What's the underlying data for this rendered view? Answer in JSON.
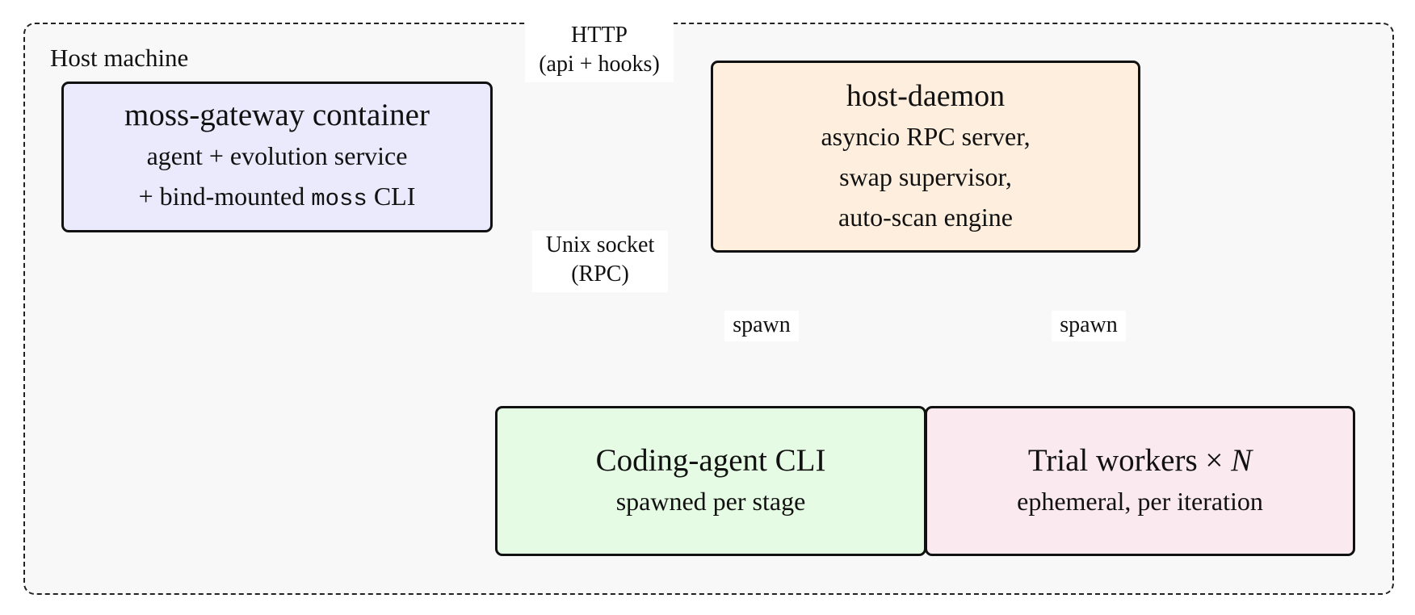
{
  "container": {
    "label": "Host machine"
  },
  "nodes": {
    "gateway": {
      "title": "moss-gateway container",
      "line1": "agent + evolution service",
      "line2_prefix": "+ bind-mounted ",
      "line2_code": "moss",
      "line2_suffix": " CLI",
      "fill": "#ebeafc"
    },
    "daemon": {
      "title": "host-daemon",
      "line1": "asyncio RPC server,",
      "line2": "swap supervisor,",
      "line3": "auto-scan engine",
      "fill": "#fdeedd"
    },
    "coding": {
      "title": "Coding-agent CLI",
      "line1": "spawned per stage",
      "fill": "#e6fbe4"
    },
    "trial": {
      "title_prefix": "Trial workers × ",
      "title_var": "N",
      "line1": "ephemeral, per iteration",
      "fill": "#fbe9f0"
    }
  },
  "edges": {
    "http": {
      "line1": "HTTP",
      "line2": "(api + hooks)"
    },
    "unix": {
      "line1": "Unix socket",
      "line2": "(RPC)"
    },
    "spawn_left": {
      "label": "spawn"
    },
    "spawn_right": {
      "label": "spawn"
    }
  }
}
